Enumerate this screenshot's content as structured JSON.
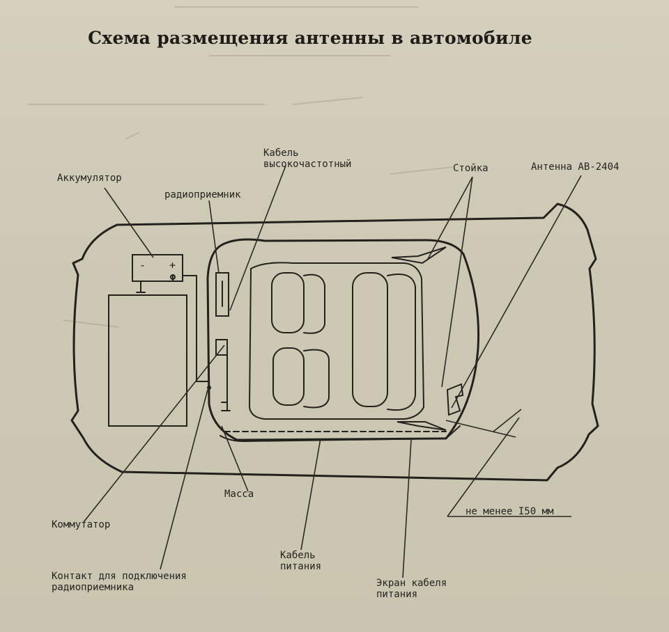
{
  "title": "Схема размещения антенны в автомобиле",
  "labels": {
    "battery": "Аккумулятор",
    "radio": "радиоприемник",
    "hf_cable_1": "Кабель",
    "hf_cable_2": "высокочастотный",
    "pillar": "Стойка",
    "antenna": "Антенна АВ-2404",
    "mass": "Масса",
    "commutator": "Коммутатор",
    "contact_1": "Контакт для подключения",
    "contact_2": "радиоприемника",
    "power_cable_1": "Кабель",
    "power_cable_2": "питания",
    "shield_1": "Экран кабеля",
    "shield_2": "питания",
    "distance": "не менее I50 мм"
  },
  "battery_terminals": {
    "minus": "-",
    "plus": "+"
  }
}
